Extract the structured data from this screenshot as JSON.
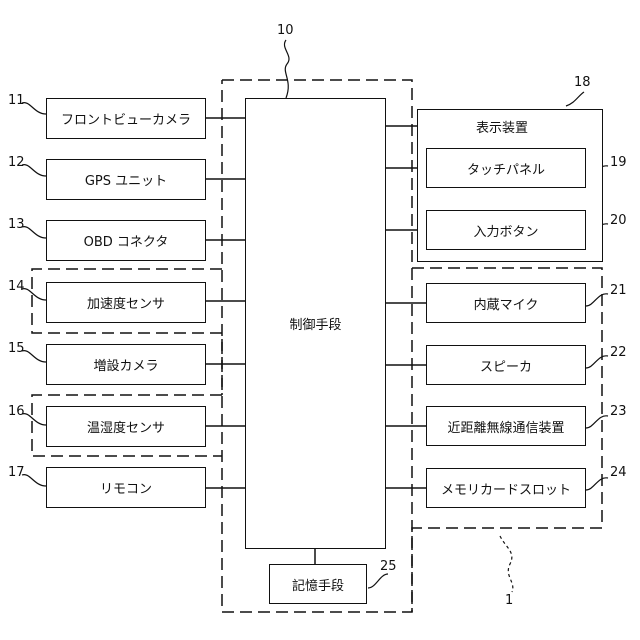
{
  "controller": {
    "label": "制御手段",
    "ref": "10"
  },
  "storage": {
    "label": "記憶手段",
    "ref": "25"
  },
  "display": {
    "title": "表示装置",
    "ref": "18",
    "touch_panel": {
      "label": "タッチパネル",
      "ref": "19"
    },
    "input_button": {
      "label": "入力ボタン",
      "ref": "20"
    }
  },
  "left": [
    {
      "label": "フロントビューカメラ",
      "ref": "11"
    },
    {
      "label": "GPS ユニット",
      "ref": "12"
    },
    {
      "label": "OBD コネクタ",
      "ref": "13"
    },
    {
      "label": "加速度センサ",
      "ref": "14"
    },
    {
      "label": "増設カメラ",
      "ref": "15"
    },
    {
      "label": "温湿度センサ",
      "ref": "16"
    },
    {
      "label": "リモコン",
      "ref": "17"
    }
  ],
  "right": [
    {
      "label": "内蔵マイク",
      "ref": "21"
    },
    {
      "label": "スピーカ",
      "ref": "22"
    },
    {
      "label": "近距離無線通信装置",
      "ref": "23"
    },
    {
      "label": "メモリカードスロット",
      "ref": "24"
    }
  ],
  "device_ref": "1"
}
